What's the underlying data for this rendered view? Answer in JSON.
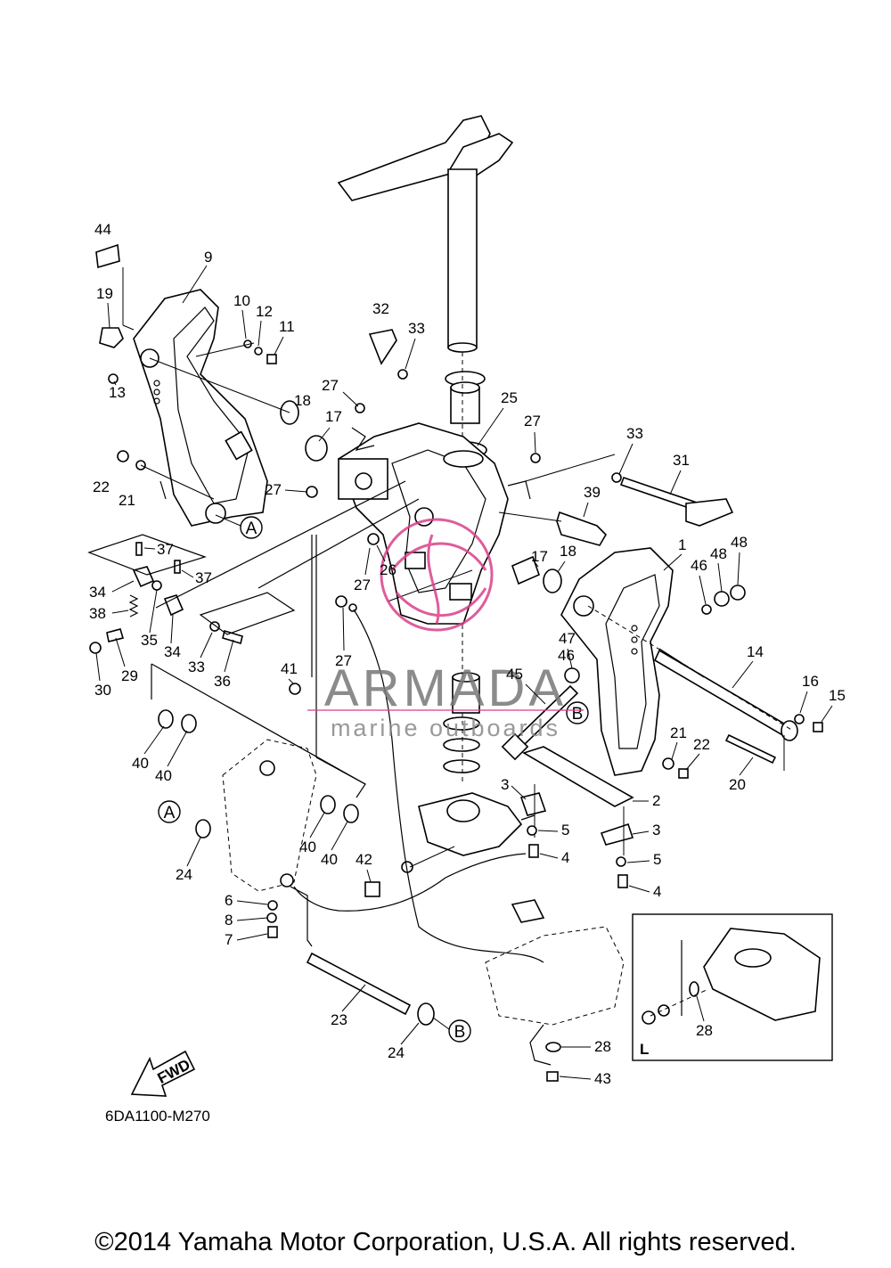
{
  "diagram": {
    "code": "6DA1100-M270",
    "fwd_label": "FWD",
    "inset_label": "L",
    "ref_markers": [
      "A",
      "B"
    ],
    "callouts": [
      "1",
      "2",
      "3",
      "4",
      "5",
      "6",
      "7",
      "8",
      "9",
      "10",
      "11",
      "12",
      "13",
      "14",
      "15",
      "16",
      "17",
      "18",
      "19",
      "20",
      "21",
      "22",
      "23",
      "24",
      "25",
      "26",
      "27",
      "28",
      "29",
      "30",
      "31",
      "32",
      "33",
      "34",
      "35",
      "36",
      "37",
      "38",
      "39",
      "40",
      "41",
      "42",
      "43",
      "44",
      "45",
      "46",
      "47",
      "48"
    ]
  },
  "watermark": {
    "brand": "ARMADA",
    "tagline": "marine outboards",
    "color": "#d9418a"
  },
  "footer": {
    "copyright": "©2014 Yamaha Motor Corporation, U.S.A. All rights reserved."
  }
}
